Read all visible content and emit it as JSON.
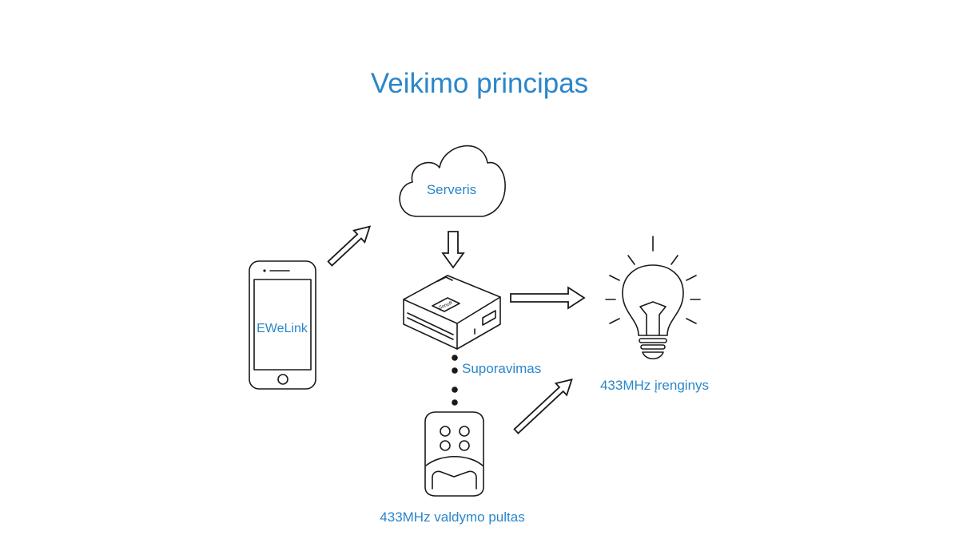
{
  "title": "Veikimo principas",
  "labels": {
    "server": "Serveris",
    "app": "EWeLink",
    "pairing": "Suporavimas",
    "device": "433MHz įrenginys",
    "remote": "433MHz valdymo pultas",
    "hub_brand": "Sonoff"
  },
  "colors": {
    "accent": "#2a86c9",
    "line": "#1a1a1a"
  },
  "icons": [
    "cloud-icon",
    "smartphone-icon",
    "rf-bridge-icon",
    "light-bulb-icon",
    "remote-control-icon"
  ]
}
